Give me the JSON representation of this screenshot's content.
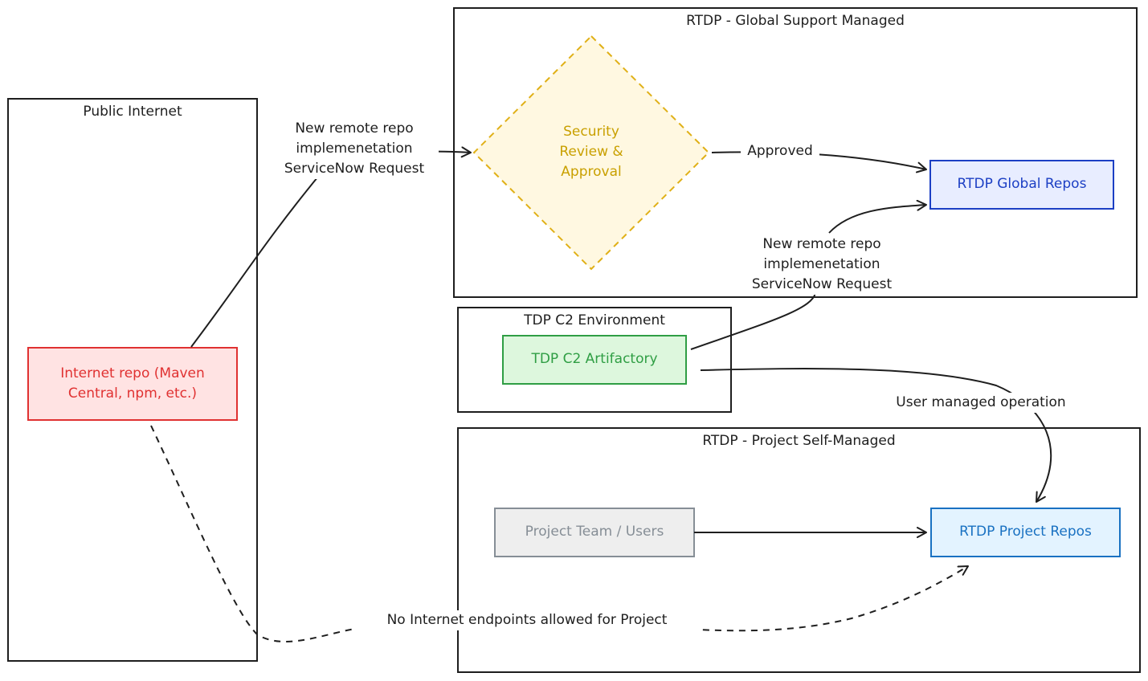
{
  "containers": {
    "public_internet": "Public Internet",
    "global_support": "RTDP - Global Support Managed",
    "tdp_c2": "TDP C2 Environment",
    "project_self_managed": "RTDP - Project Self-Managed"
  },
  "nodes": {
    "internet_repo": "Internet repo (Maven\nCentral, npm, etc.)",
    "security_review": "Security\nReview &\nApproval",
    "rtdp_global_repos": "RTDP Global Repos",
    "tdp_c2_artifactory": "TDP C2 Artifactory",
    "project_team": "Project Team / Users",
    "rtdp_project_repos": "RTDP Project Repos"
  },
  "edge_labels": {
    "servicenow_request_top": "New remote repo\nimplemenetation\nServiceNow Request",
    "approved": "Approved",
    "servicenow_request_mid": "New remote repo\nimplemenetation\nServiceNow Request",
    "user_managed": "User managed operation",
    "no_internet": "No Internet endpoints allowed for Project"
  },
  "colors": {
    "stroke": "#1e1e1e",
    "internet_repo_stroke": "#e03131",
    "internet_repo_fill": "#ffe3e3",
    "security_stroke": "#e0b017",
    "security_text": "#c9a000",
    "global_repos_stroke": "#1c3fc4",
    "global_repos_fill": "#e8edff",
    "artifactory_stroke": "#2f9e44",
    "artifactory_fill": "#ddf7dd",
    "project_team_stroke": "#868e96",
    "project_team_fill": "#eeeeee",
    "project_repos_stroke": "#1971c2",
    "project_repos_fill": "#e3f3ff"
  }
}
